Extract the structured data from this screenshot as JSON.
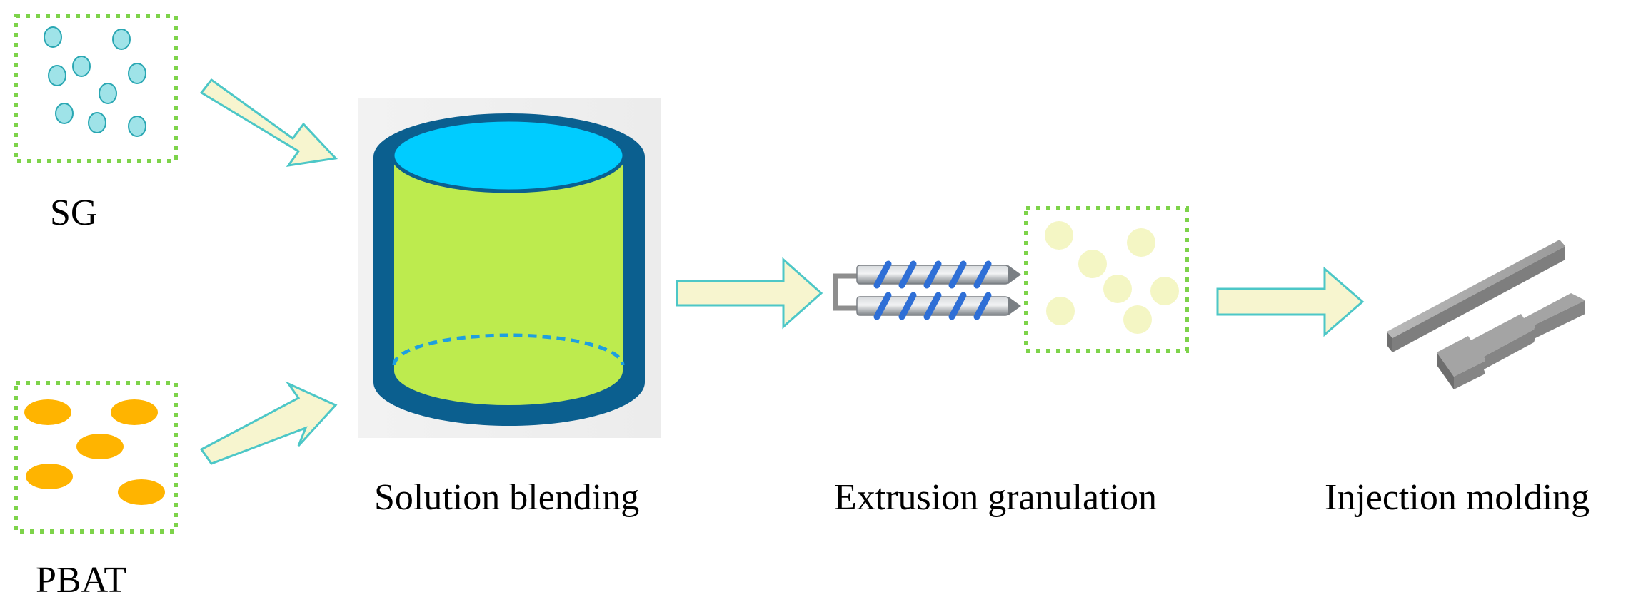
{
  "labels": {
    "sg": "SG",
    "pbat": "PBAT",
    "solution_blending": "Solution blending",
    "extrusion_granulation": "Extrusion granulation",
    "injection_molding": "Injection molding"
  },
  "colors": {
    "dotted_border": "#7dd34a",
    "sg_particle_fill": "#9fe3e8",
    "sg_particle_stroke": "#2aa7b3",
    "pbat_particle": "#ffb400",
    "arrow_fill": "#f7f5cf",
    "arrow_stroke": "#4dc7c7",
    "tank_frame": "#0b5f8f",
    "tank_top": "#00ccff",
    "tank_body": "#bdeb4e",
    "tank_dash": "#1e9fe0",
    "pellet": "#f4f6c4",
    "screw_shaft": "#9aa0a6",
    "screw_flight": "#2f6fd6",
    "molded_bar": "#8d8d8d"
  },
  "icons": {
    "sg_box": "sg-particles-box",
    "pbat_box": "pbat-particles-box",
    "tank": "blending-tank-icon",
    "screws": "twin-screw-extruder-icon",
    "pellets": "pellets-box",
    "molded_parts": "molded-specimens-icon"
  }
}
